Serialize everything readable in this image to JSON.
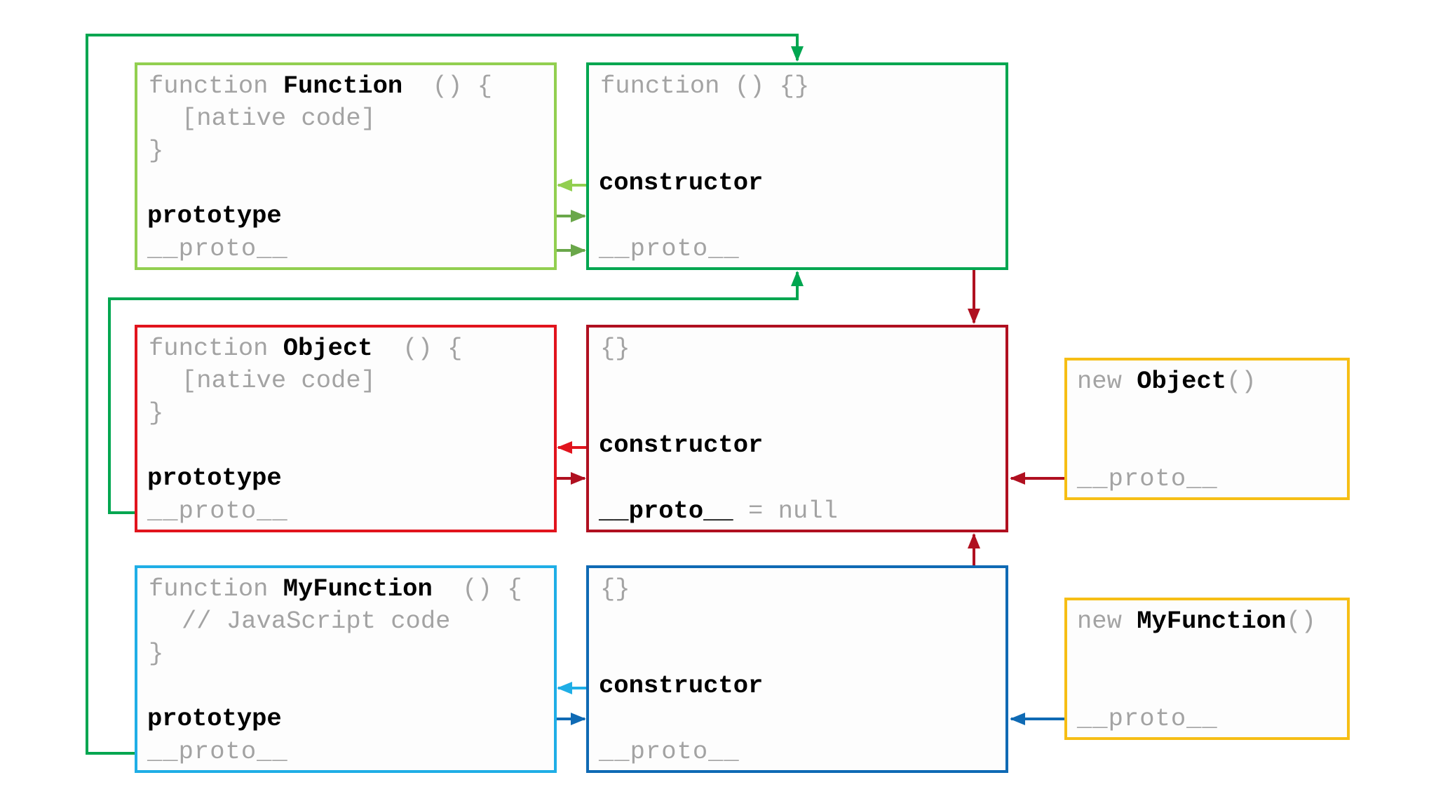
{
  "colors": {
    "green": "#00a650",
    "light_green": "#92cf50",
    "arrow_green": "#6aa74a",
    "red": "#e1141d",
    "dark_red": "#b01020",
    "light_blue": "#1faee6",
    "blue": "#0f6ab4",
    "yellow": "#f6be15"
  },
  "function_ctor": {
    "decl_kw": "function",
    "name": "Function",
    "suffix": "() {",
    "body": "[native code]",
    "close": "}",
    "prototype": "prototype",
    "proto": "__proto__"
  },
  "function_proto": {
    "head": "function () {}",
    "constructor": "constructor",
    "proto": "__proto__"
  },
  "object_ctor": {
    "decl_kw": "function",
    "name": "Object",
    "suffix": "() {",
    "body": "[native code]",
    "close": "}",
    "prototype": "prototype",
    "proto": "__proto__"
  },
  "object_proto": {
    "head": "{}",
    "constructor": "constructor",
    "proto": "__proto__",
    "null_part": "= null"
  },
  "myfunction_ctor": {
    "decl_kw": "function",
    "name": "MyFunction",
    "suffix": "() {",
    "body": "// JavaScript code",
    "close": "}",
    "prototype": "prototype",
    "proto": "__proto__"
  },
  "myfunction_proto": {
    "head": "{}",
    "constructor": "constructor",
    "proto": "__proto__"
  },
  "new_object": {
    "kw": "new",
    "name": "Object",
    "parens": "()",
    "proto": "__proto__"
  },
  "new_myfunction": {
    "kw": "new",
    "name": "MyFunction",
    "parens": "()",
    "proto": "__proto__"
  }
}
